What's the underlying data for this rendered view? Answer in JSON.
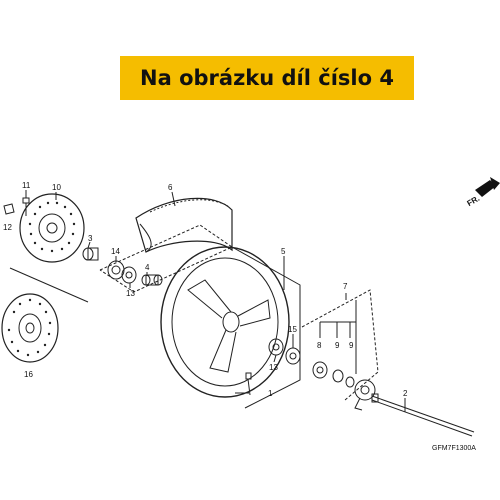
{
  "banner": {
    "text": "Na obrázku díl číslo 4",
    "color": "#f5bd00"
  },
  "direction_label": "FR.",
  "diagram_code": "GFM7F1300A",
  "callouts": {
    "n1": "1",
    "n2": "2",
    "n3": "3",
    "n4": "4",
    "n5": "5",
    "n6": "6",
    "n7": "7",
    "n8": "8",
    "n9a": "9",
    "n9b": "9",
    "n10": "10",
    "n11": "11",
    "n12": "12",
    "n13a": "13",
    "n13b": "13",
    "n14": "14",
    "n15": "15",
    "n16": "16"
  }
}
